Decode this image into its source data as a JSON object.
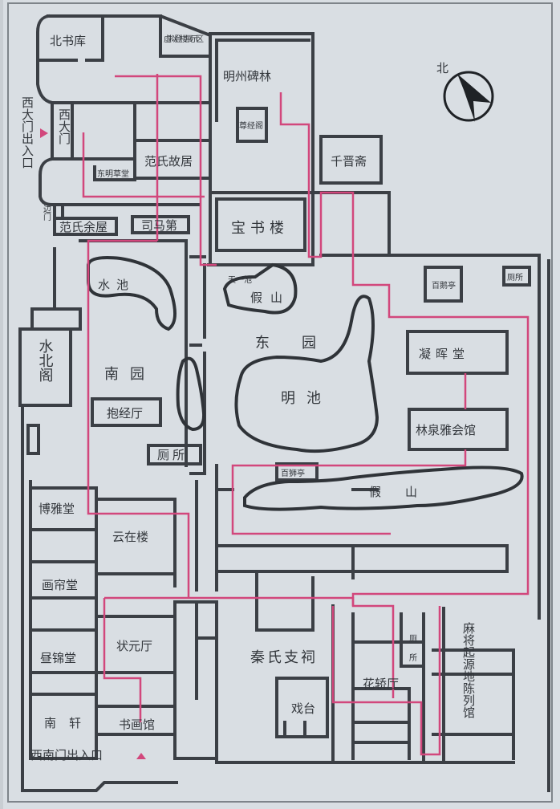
{
  "map": {
    "compass_label": "北",
    "colors": {
      "walls": "#3b3f45",
      "route": "#d2477c",
      "background": "#d9dee3",
      "entrance_marker": "#d2477c"
    },
    "labels": {
      "bei_shu_ku": "北书库",
      "xu_ni": "虚拟登楼展示区",
      "ming_zhou_bei_lin": "明州碑林",
      "zun_jing_ge": "尊经阁",
      "qian_jin_zhai": "千晋斋",
      "west_gate_entrance": "西大门出入口",
      "xi_da_men": "西大门",
      "fan_shi_gu_ju": "范氏故居",
      "dong_ming_cao_tang": "东明草堂",
      "bian_men": "边门",
      "fan_shi_yu_wu": "范氏余屋",
      "si_ma_di": "司马第",
      "bao_shu_lou": "宝书楼",
      "shui_chi": "水池",
      "tian_yi_chi": "天一池",
      "jia_shan_1": "假山",
      "bai_e_ting": "百鹅亭",
      "toilet_1": "厕所",
      "shui_bei_ge": "水北阁",
      "nan_yuan": "南园",
      "dong_yuan": "东园",
      "ning_hui_tang": "凝晖堂",
      "ming_chi": "明池",
      "bao_jing_ting": "抱经厅",
      "lin_quan": "林泉雅会馆",
      "toilet_2": "厕所",
      "bai_shi_ting": "百狮亭",
      "jia_shan_2": "假山",
      "bo_ya_tang": "博雅堂",
      "yun_zai_lou": "云在楼",
      "hua_lian_tang": "画帘堂",
      "zhuang_yuan_ting": "状元厅",
      "zhou_jin_tang": "昼锦堂",
      "qin_shi_zhi_ci": "秦氏支祠",
      "hua_jiao_ting": "花轿厅",
      "toilet_3": "厕所",
      "ma_jiang": "麻将起源地陈列馆",
      "nan_xuan": "南轩",
      "shu_hua_guan": "书画馆",
      "xi_tai": "戏台",
      "southwest_gate_entrance": "西南门出入口"
    }
  }
}
